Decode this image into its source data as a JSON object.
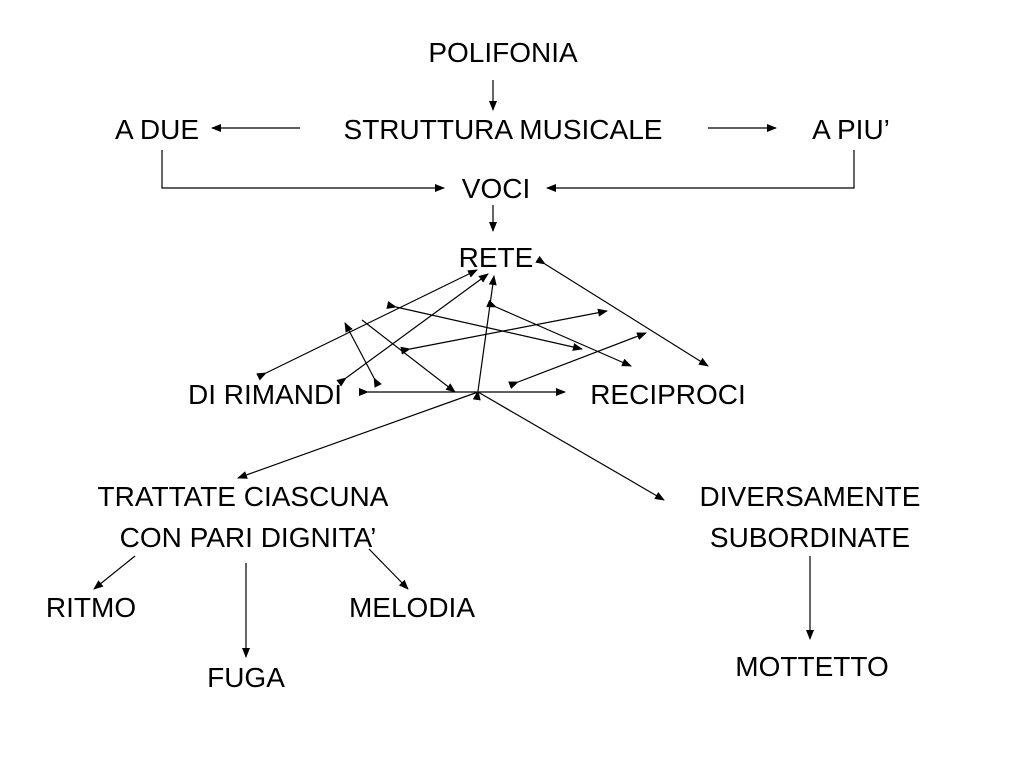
{
  "diagram": {
    "nodes": {
      "polifonia": "POLIFONIA",
      "a_due": "A DUE",
      "struttura": "STRUTTURA MUSICALE",
      "a_piu": "A PIU’",
      "voci": "VOCI",
      "rete": "RETE",
      "di_rimandi": "DI RIMANDI",
      "reciproci": "RECIPROCI",
      "trattate_line1": "TRATTATE CIASCUNA",
      "trattate_line2": "CON PARI DIGNITA’",
      "diversamente_line1": "DIVERSAMENTE",
      "diversamente_line2": "SUBORDINATE",
      "ritmo": "RITMO",
      "melodia": "MELODIA",
      "fuga": "FUGA",
      "mottetto": "MOTTETTO"
    }
  }
}
